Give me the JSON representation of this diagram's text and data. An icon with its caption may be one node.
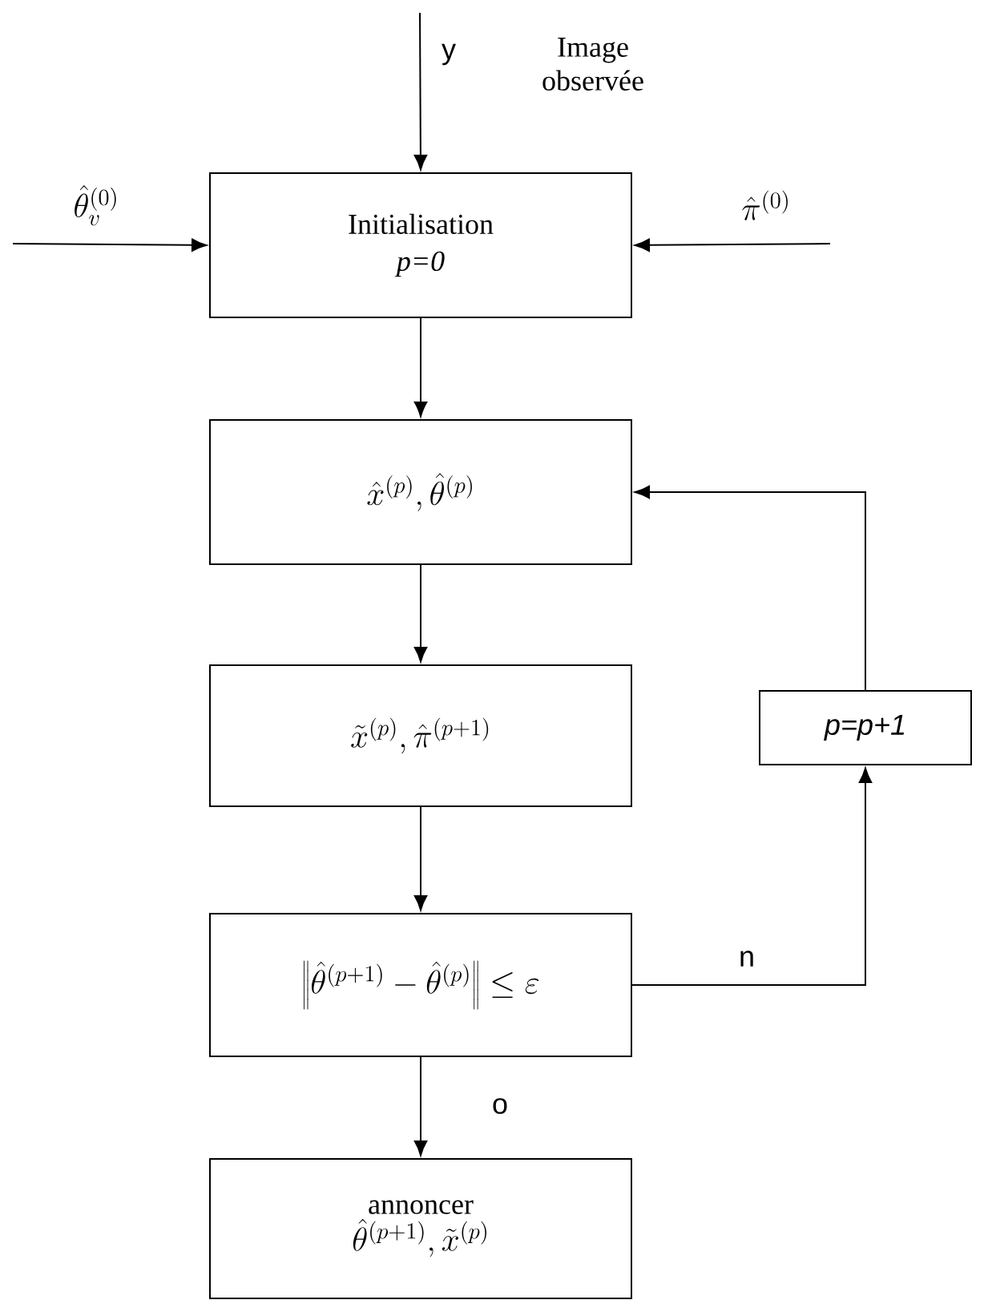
{
  "diagram": {
    "nodes": [
      {
        "text": [
          "Initialisation",
          "p=0"
        ]
      },
      {
        "text": [
          "\\hat{x}^{(p)},\\hat{\\theta}^{(p)}"
        ]
      },
      {
        "text": [
          "\\tilde{x}^{(p)},\\hat{\\pi}^{(p+1)}"
        ]
      },
      {
        "text": [
          "\\left\\|\\hat{\\theta}^{(p+1)}-\\hat{\\theta}^{(p)}\\right\\|\\leq\\varepsilon"
        ]
      },
      {
        "text": [
          "annoncer",
          "\\hat{\\theta}^{(p+1)},\\tilde{x}^{(p)}"
        ]
      },
      {
        "text": [
          "p=p+1"
        ]
      }
    ],
    "edges": [
      {
        "from": null,
        "to": 0,
        "arrow": "to",
        "label": "y"
      },
      {
        "from": null,
        "to": 0,
        "arrow": "to",
        "label": "\\hat{\\theta}_{v}^{(0)}"
      },
      {
        "from": null,
        "to": 0,
        "arrow": "to",
        "label": "\\hat{\\pi}^{(0)}"
      },
      {
        "from": 0,
        "to": 1,
        "arrow": "to"
      },
      {
        "from": 1,
        "to": 2,
        "arrow": "to"
      },
      {
        "from": 2,
        "to": 3,
        "arrow": "to"
      },
      {
        "from": 3,
        "to": 4,
        "arrow": "to",
        "label": "o"
      },
      {
        "from": 3,
        "to": 5,
        "arrow": "to",
        "label": "n"
      },
      {
        "from": 5,
        "to": 1,
        "arrow": "to"
      }
    ],
    "labels": [
      "Image observée"
    ]
  }
}
